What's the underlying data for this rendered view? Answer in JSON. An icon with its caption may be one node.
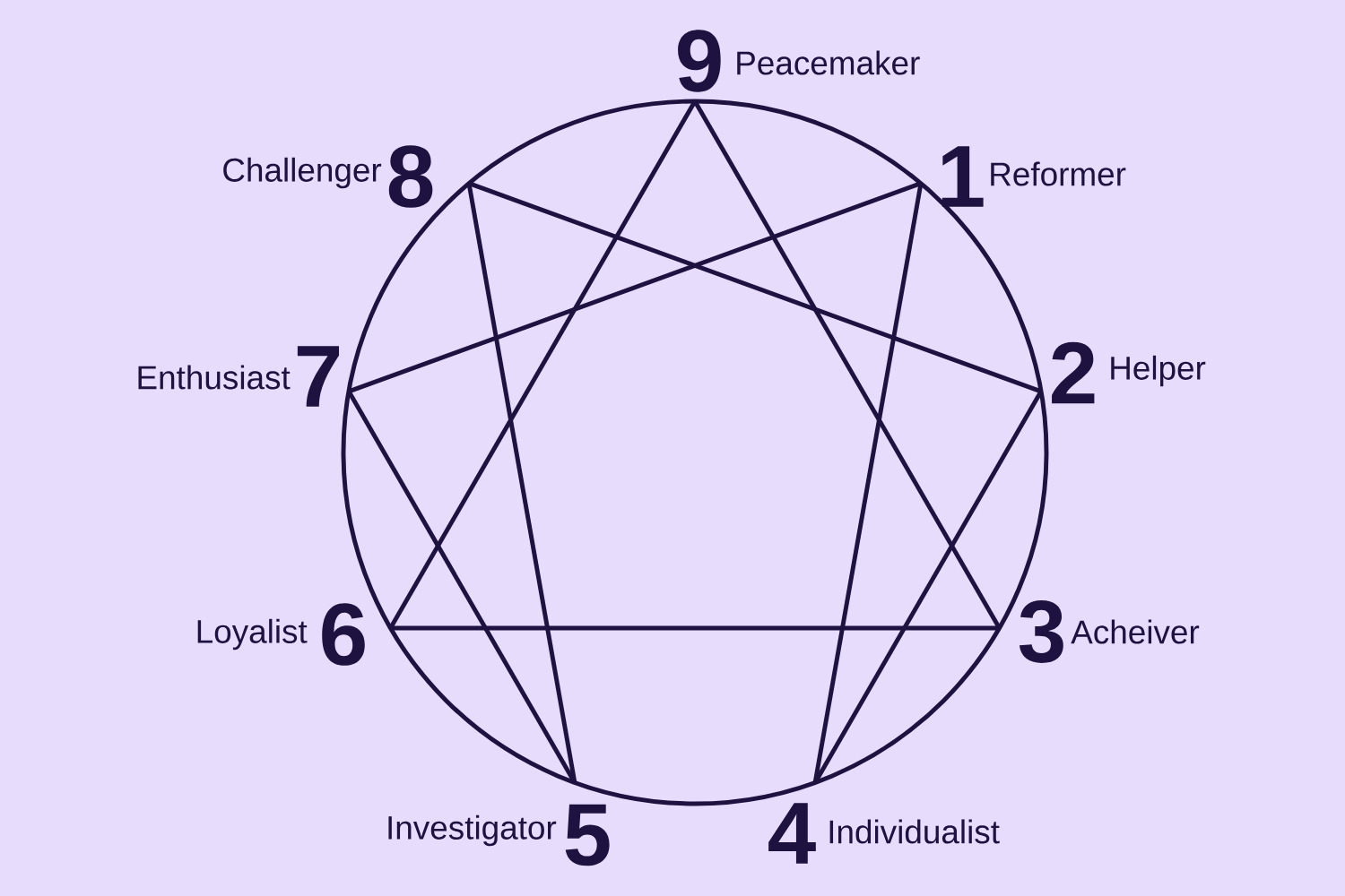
{
  "diagram": {
    "nodes": [
      {
        "text": [
          "9",
          "Peacemaker"
        ]
      },
      {
        "text": [
          "1",
          "Reformer"
        ]
      },
      {
        "text": [
          "2",
          "Helper"
        ]
      },
      {
        "text": [
          "3",
          "Acheiver"
        ]
      },
      {
        "text": [
          "4",
          "Individualist"
        ]
      },
      {
        "text": [
          "Investigator",
          "5"
        ]
      },
      {
        "text": [
          "Loyalist",
          "6"
        ]
      },
      {
        "text": [
          "Enthusiast",
          "7"
        ]
      },
      {
        "text": [
          "Challenger",
          "8"
        ]
      }
    ],
    "edges": [
      {
        "from": 0,
        "to": 3,
        "arrow": "none"
      },
      {
        "from": 3,
        "to": 6,
        "arrow": "none"
      },
      {
        "from": 6,
        "to": 0,
        "arrow": "none"
      },
      {
        "from": 1,
        "to": 4,
        "arrow": "none"
      },
      {
        "from": 4,
        "to": 2,
        "arrow": "none"
      },
      {
        "from": 2,
        "to": 8,
        "arrow": "none"
      },
      {
        "from": 8,
        "to": 5,
        "arrow": "none"
      },
      {
        "from": 5,
        "to": 7,
        "arrow": "none"
      },
      {
        "from": 7,
        "to": 1,
        "arrow": "none"
      }
    ]
  }
}
